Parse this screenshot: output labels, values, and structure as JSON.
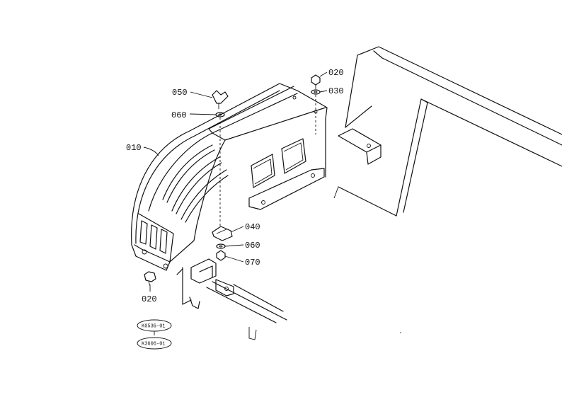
{
  "parts": [
    {
      "id": "p010",
      "text": "010"
    },
    {
      "id": "p020a",
      "text": "020"
    },
    {
      "id": "p030",
      "text": "030"
    },
    {
      "id": "p050",
      "text": "050"
    },
    {
      "id": "p060a",
      "text": "060"
    },
    {
      "id": "p040",
      "text": "040"
    },
    {
      "id": "p060b",
      "text": "060"
    },
    {
      "id": "p070",
      "text": "070"
    },
    {
      "id": "p020b",
      "text": "020"
    }
  ],
  "refs": {
    "top": "K0536-01",
    "bottom": "K3606-01"
  }
}
